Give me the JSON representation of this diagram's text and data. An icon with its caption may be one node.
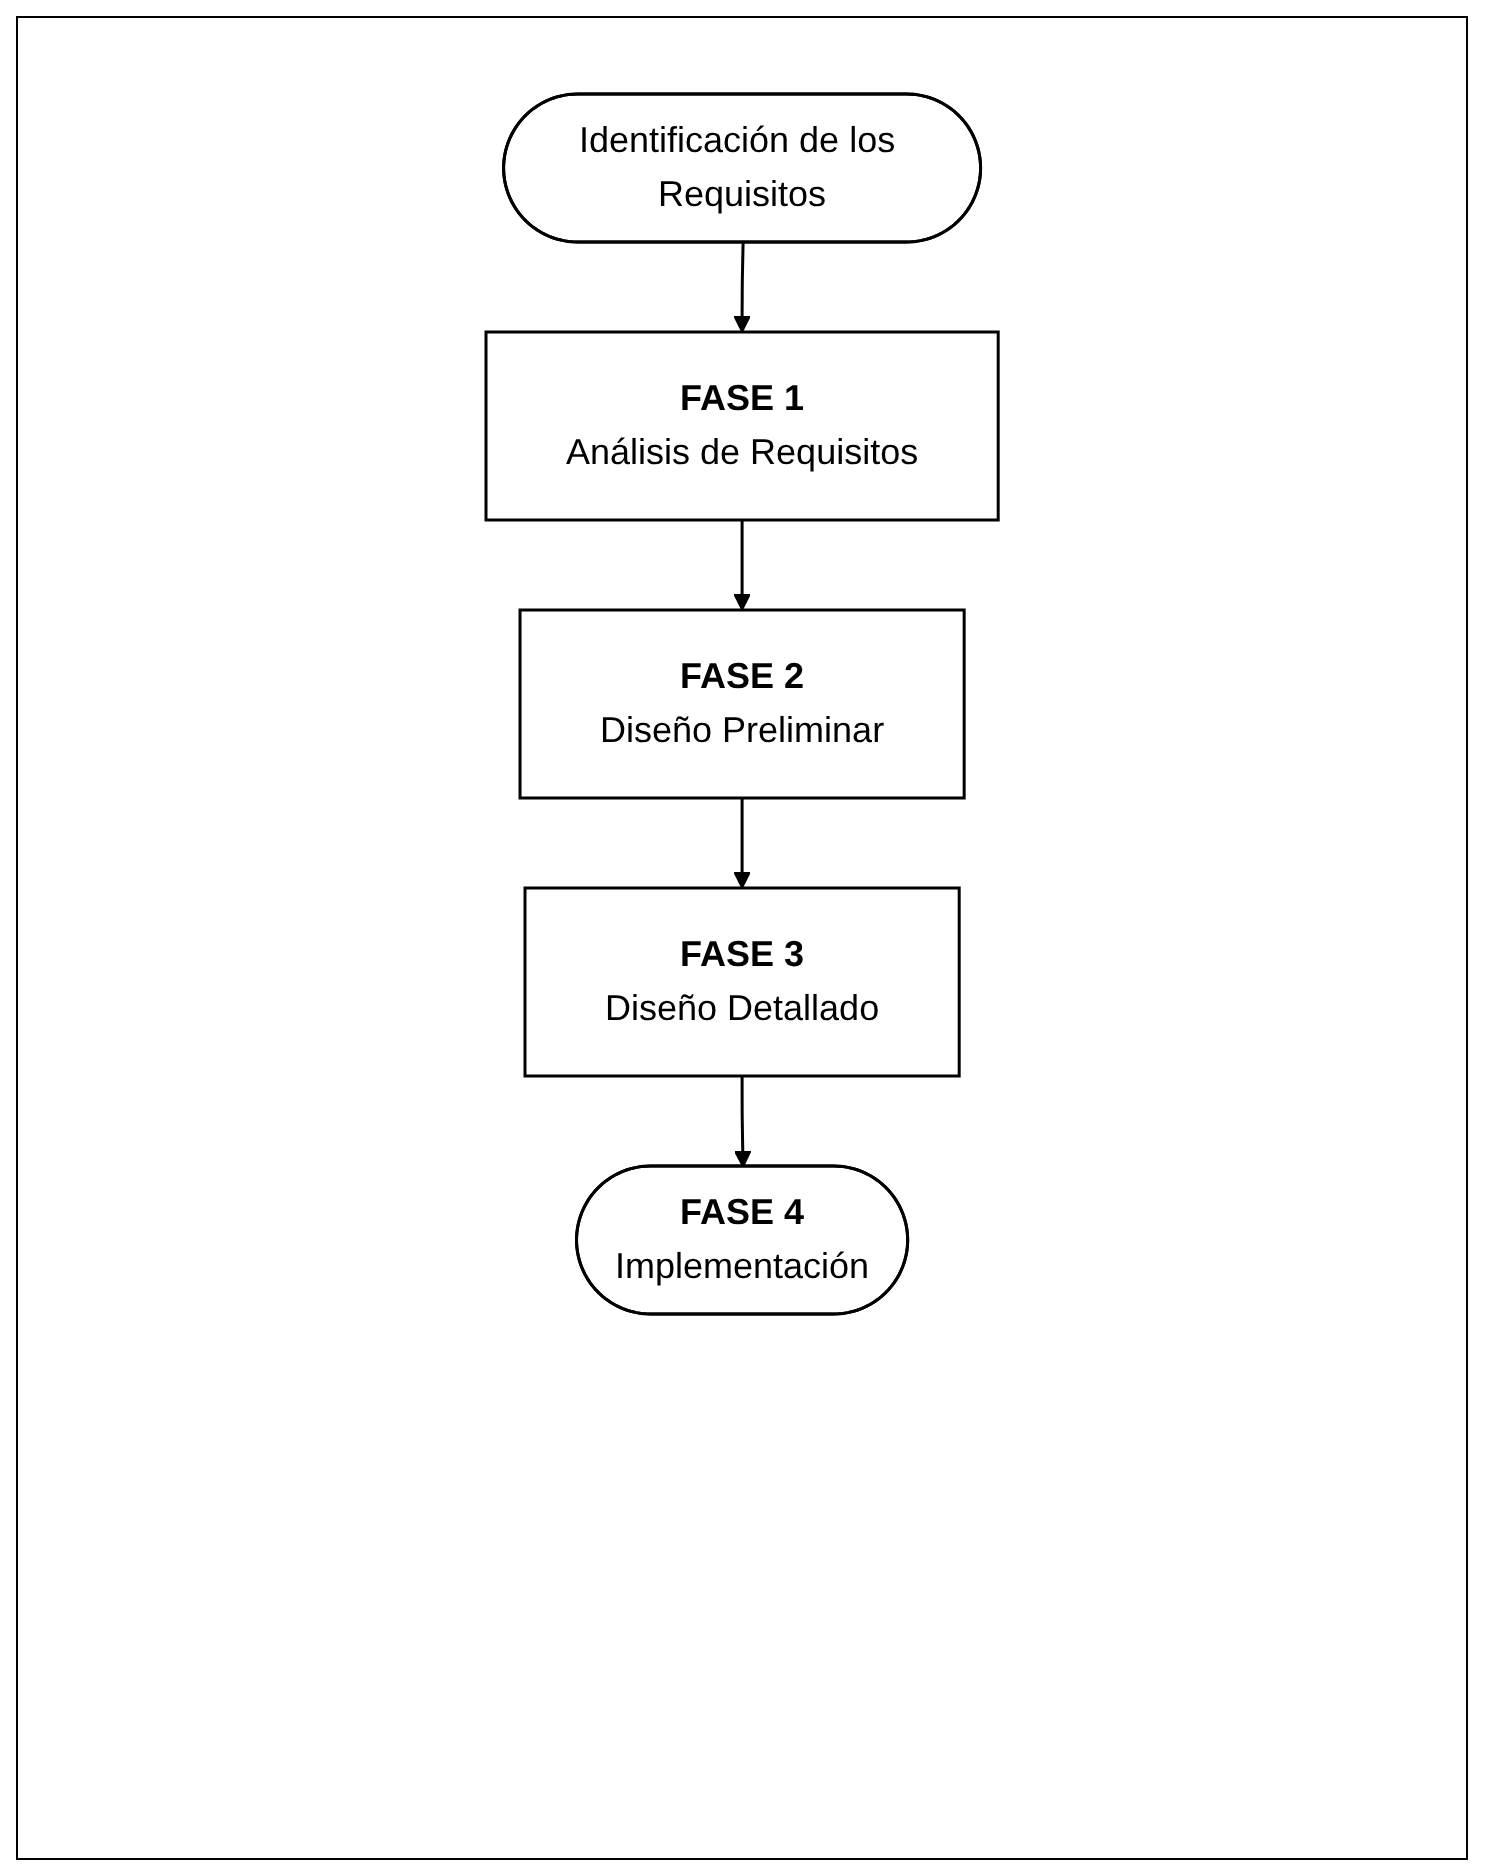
{
  "diagram": {
    "nodes": [
      {
        "text": [
          "Identificación de los Requisitos"
        ]
      },
      {
        "text": [
          "FASE 1",
          "Análisis de Requisitos"
        ]
      },
      {
        "text": [
          "FASE 2",
          "Diseño Preliminar"
        ]
      },
      {
        "text": [
          "FASE 3",
          "Diseño Detallado"
        ]
      },
      {
        "text": [
          "FASE 4",
          "Implementación"
        ]
      }
    ],
    "edges": [
      {
        "from": 0,
        "to": 1,
        "arrow": "to"
      },
      {
        "from": 1,
        "to": 2,
        "arrow": "to"
      },
      {
        "from": 2,
        "to": 3,
        "arrow": "to"
      },
      {
        "from": 3,
        "to": 4,
        "arrow": "to"
      }
    ]
  }
}
